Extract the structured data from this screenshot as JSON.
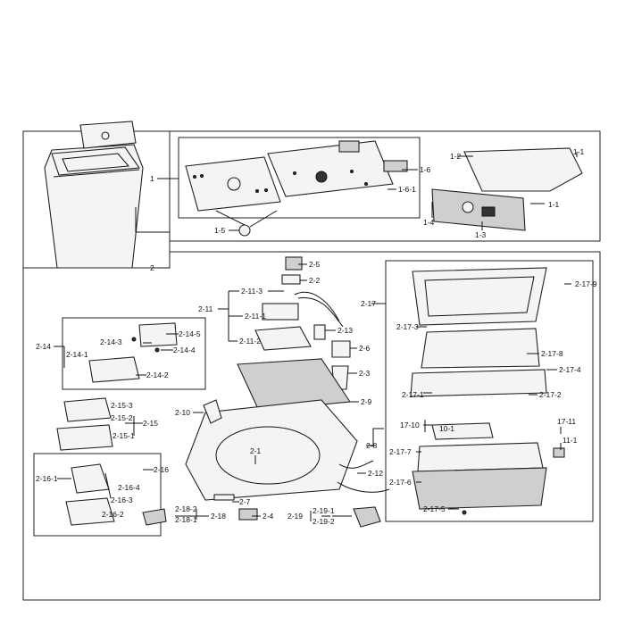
{
  "labels": {
    "l1": "1",
    "l1_1a": "1-1",
    "l1_1b": "1-1",
    "l1_2": "1-2",
    "l1_3": "1-3",
    "l1_4": "1-4",
    "l1_5": "1-5",
    "l1_6": "1-6",
    "l1_6_1": "1-6-1",
    "l2": "2",
    "l2_1": "2-1",
    "l2_2": "2-2",
    "l2_3": "2-3",
    "l2_4": "2-4",
    "l2_5": "2-5",
    "l2_6": "2-6",
    "l2_7": "2-7",
    "l2_8": "2-8",
    "l2_9": "2-9",
    "l2_10": "2-10",
    "l2_11": "2-11",
    "l2_11_1": "2-11-1",
    "l2_11_2": "2-11-2",
    "l2_11_3": "2-11-3",
    "l2_12": "2-12",
    "l2_13": "2-13",
    "l2_14": "2-14",
    "l2_14_1": "2-14-1",
    "l2_14_2": "2-14-2",
    "l2_14_3": "2-14-3",
    "l2_14_4": "2-14-4",
    "l2_14_5": "2-14-5",
    "l2_15": "2-15",
    "l2_15_1": "2-15-1",
    "l2_15_2": "2-15-2",
    "l2_15_3": "2-15-3",
    "l2_16": "2-16",
    "l2_16_1": "2-16-1",
    "l2_16_2": "2-16-2",
    "l2_16_3": "2-16-3",
    "l2_16_4": "2-16-4",
    "l2_17": "2-17",
    "l2_17_1": "2-17-1",
    "l2_17_2": "2-17-2",
    "l2_17_3": "2-17-3",
    "l2_17_4": "2-17-4",
    "l2_17_5": "2-17-5",
    "l2_17_6": "2-17-6",
    "l2_17_7": "2-17-7",
    "l2_17_8": "2-17-8",
    "l2_17_9": "2-17-9",
    "l2_17_10": "17-10",
    "l2_17_11": "17-11",
    "l10_1": "10-1",
    "l11_1": "11-1",
    "l2_18": "2-18",
    "l2_18_1": "2-18-1",
    "l2_18_2": "2-18-2",
    "l2_19": "2-19",
    "l2_19_1": "2-19-1",
    "l2_19_2": "2-19-2"
  }
}
